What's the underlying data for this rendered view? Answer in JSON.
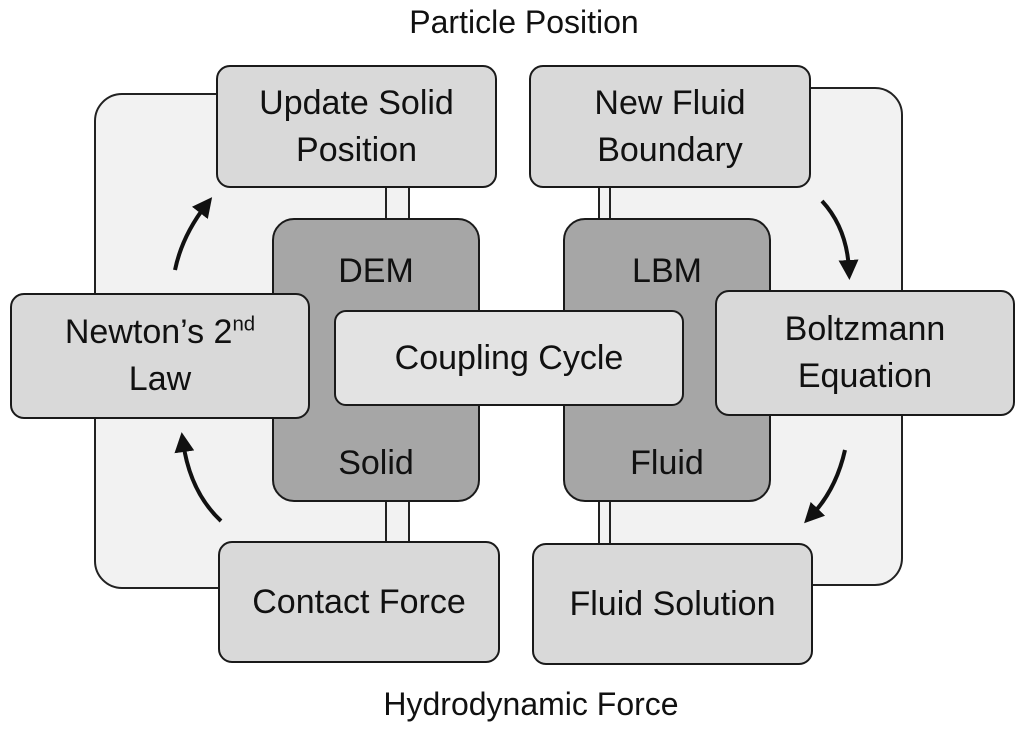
{
  "labels": {
    "top": "Particle Position",
    "bottom": "Hydrodynamic Force"
  },
  "boxes": {
    "update_solid_position": {
      "line1": "Update Solid",
      "line2": "Position"
    },
    "new_fluid_boundary": {
      "line1": "New Fluid",
      "line2": "Boundary"
    },
    "newtons_second_law": {
      "line1_pre": "Newton’s 2",
      "line1_sup": "nd",
      "line2": "Law"
    },
    "boltzmann_equation": {
      "line1": "Boltzmann",
      "line2": "Equation"
    },
    "contact_force": {
      "text": "Contact Force"
    },
    "fluid_solution": {
      "text": "Fluid Solution"
    }
  },
  "core": {
    "dem": {
      "top": "DEM",
      "bottom": "Solid"
    },
    "lbm": {
      "top": "LBM",
      "bottom": "Fluid"
    },
    "center": "Coupling Cycle"
  },
  "colors": {
    "outer_panel": "#f2f2f2",
    "outer_box": "#d9d9d9",
    "core_box": "#a6a6a6",
    "center_box": "#e3e3e3",
    "stroke": "#1a1a1a"
  },
  "icons": {
    "arrows": [
      "curved-arrow-up-icon",
      "curved-arrow-up-icon",
      "curved-arrow-down-icon",
      "curved-arrow-down-icon"
    ]
  }
}
